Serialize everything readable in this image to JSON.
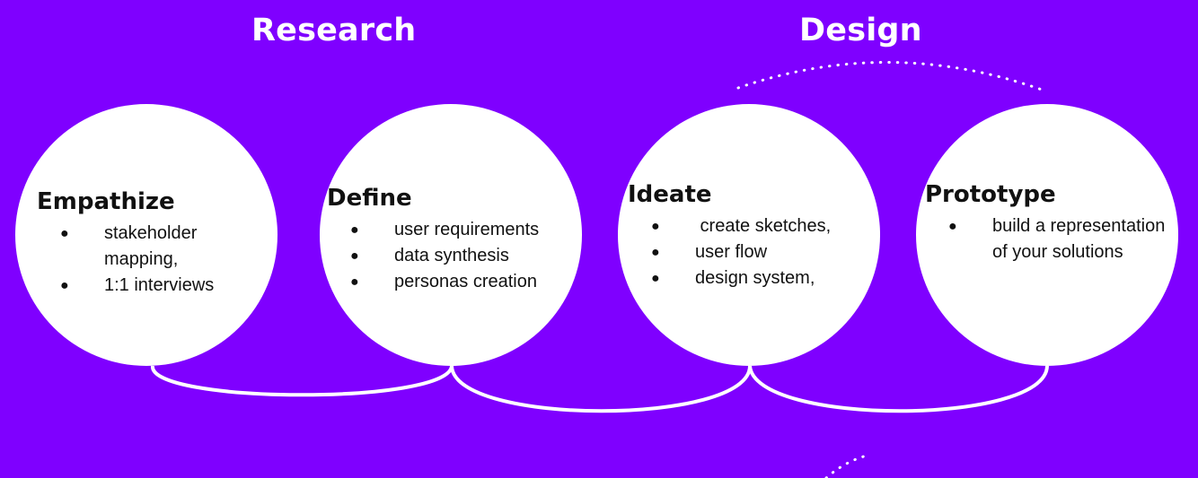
{
  "phases": {
    "research": "Research",
    "design": "Design"
  },
  "stages": [
    {
      "title": "Empathize",
      "items": [
        "stakeholder mapping,",
        "1:1 interviews"
      ]
    },
    {
      "title": "Define",
      "items": [
        "user requirements",
        "data synthesis",
        "personas creation"
      ]
    },
    {
      "title": "Ideate",
      "items": [
        " create sketches,",
        "user flow",
        "design system,"
      ]
    },
    {
      "title": "Prototype",
      "items": [
        "build a representation of your solutions"
      ]
    }
  ],
  "bullet": "●",
  "colors": {
    "background": "#7f00ff",
    "circle": "#ffffff",
    "text": "#111111"
  }
}
